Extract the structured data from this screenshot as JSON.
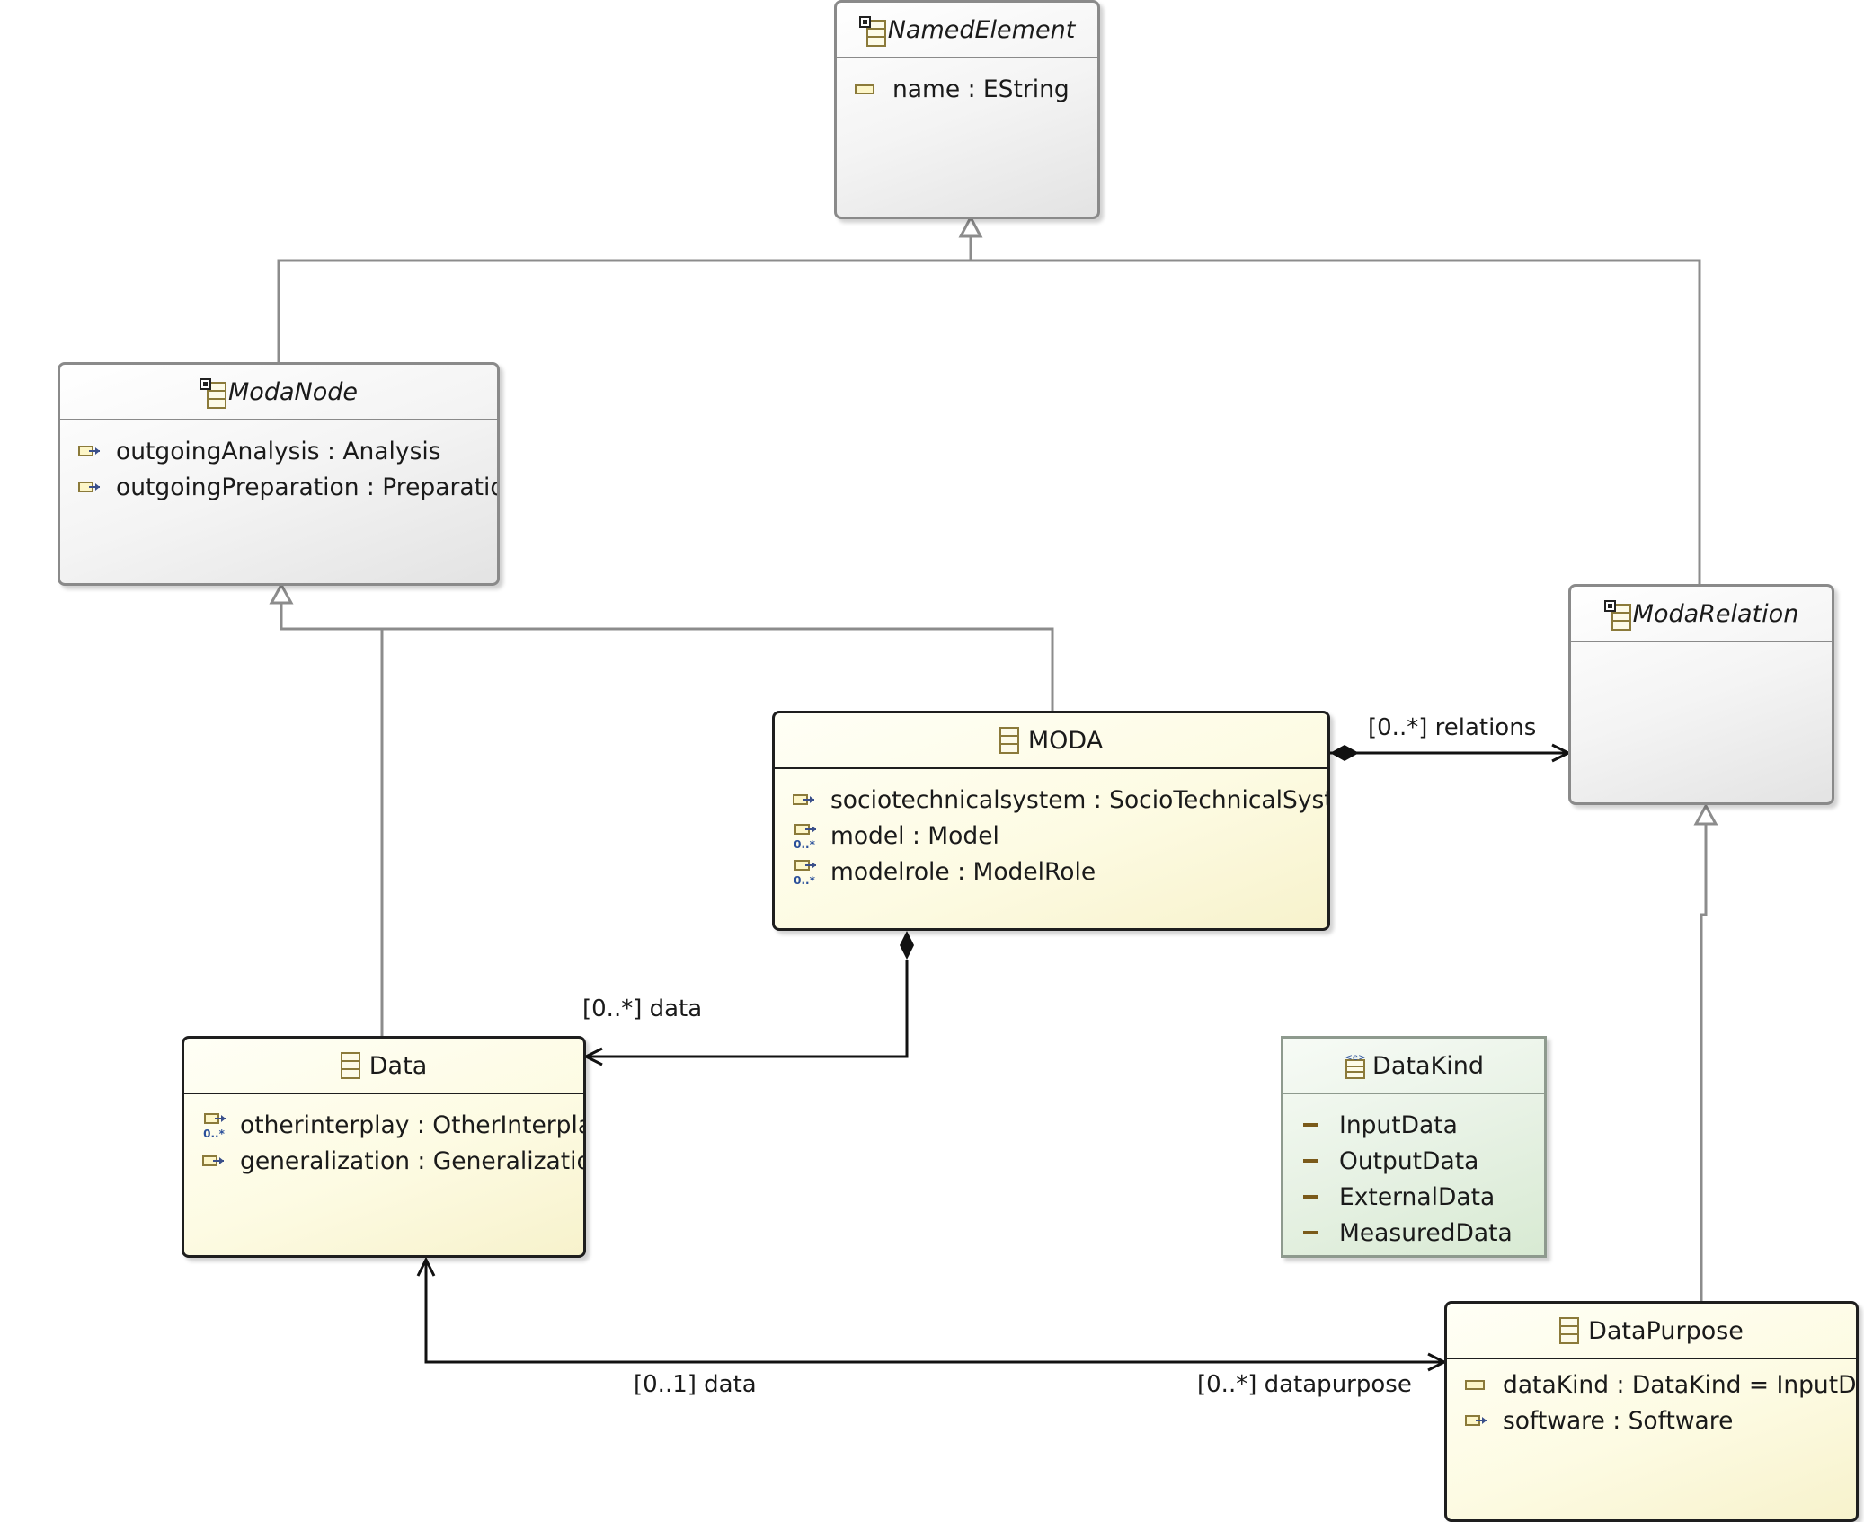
{
  "classes": {
    "named_element": {
      "name": "NamedElement",
      "attributes": [
        {
          "text": "name : EString"
        }
      ]
    },
    "moda_node": {
      "name": "ModaNode",
      "attributes": [
        {
          "text": "outgoingAnalysis : Analysis"
        },
        {
          "text": "outgoingPreparation : Preparation"
        }
      ]
    },
    "moda_relation": {
      "name": "ModaRelation"
    },
    "moda": {
      "name": "MODA",
      "attributes": [
        {
          "text": "sociotechnicalsystem : SocioTechnicalSystem"
        },
        {
          "text": "model : Model"
        },
        {
          "text": "modelrole : ModelRole"
        }
      ]
    },
    "data": {
      "name": "Data",
      "attributes": [
        {
          "text": "otherinterplay : OtherInterplay"
        },
        {
          "text": "generalization : Generalization"
        }
      ]
    },
    "data_kind": {
      "name": "DataKind",
      "literals": [
        {
          "text": "InputData"
        },
        {
          "text": "OutputData"
        },
        {
          "text": "ExternalData"
        },
        {
          "text": "MeasuredData"
        }
      ]
    },
    "data_purpose": {
      "name": "DataPurpose",
      "attributes": [
        {
          "text": "dataKind : DataKind = InputData"
        },
        {
          "text": "software : Software"
        }
      ]
    }
  },
  "edge_labels": {
    "relations": "[0..*] relations",
    "moda_data": "[0..*] data",
    "purpose_data": "[0..1] data",
    "datapurpose": "[0..*] datapurpose"
  },
  "icon_multiplicity": "0..*",
  "colors": {
    "generalization_line": "#8c8c8c",
    "association_line": "#111111",
    "class_icon": "#8b7a3a",
    "abstract_fill": "#eeeeee",
    "concrete_fill": "#fcf9dc",
    "enum_fill": "#e2efdf"
  }
}
